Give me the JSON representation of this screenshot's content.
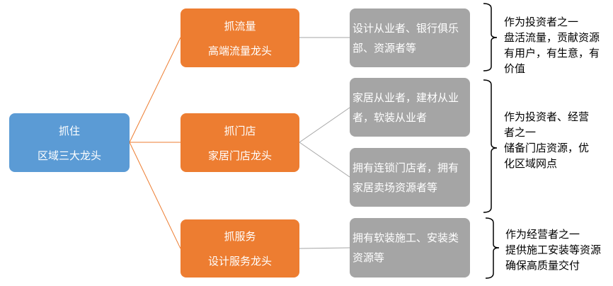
{
  "root": {
    "line1": "抓住",
    "line2": "区域三大龙头"
  },
  "branches": [
    {
      "title": "抓流量",
      "subtitle": "高端流量龙头"
    },
    {
      "title": "抓门店",
      "subtitle": "家居门店龙头"
    },
    {
      "title": "抓服务",
      "subtitle": "设计服务龙头"
    }
  ],
  "resources": [
    "设计从业者、银行俱乐部、资源者等",
    "家居从业者，建材从业者，软装从业者",
    "拥有连锁门店者，拥有家居卖场资源者等",
    "拥有软装施工、安装类资源等"
  ],
  "notes": [
    [
      "作为投资者之一",
      "盘活流量，贡献资源",
      "有用户，有生意，有",
      "价值"
    ],
    [
      "作为投资者、经营",
      "者之一",
      "储备门店资源，优",
      "化区域网点"
    ],
    [
      "作为经营者之一",
      "提供施工安装等资源",
      "确保高质量交付"
    ]
  ],
  "colors": {
    "root": "#5b9bd5",
    "branch": "#ed7d31",
    "resource": "#a5a5a5"
  }
}
